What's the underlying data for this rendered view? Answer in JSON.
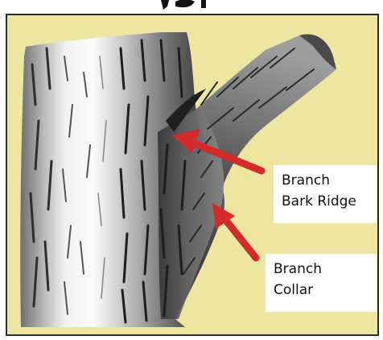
{
  "page": {
    "background_color": "#ece6a0",
    "frame_color": "#2b2b2b",
    "arrow_color": "#d42a2a"
  },
  "labels": {
    "bark_ridge": {
      "line1": "Branch",
      "line2": "Bark Ridge"
    },
    "collar": {
      "line1": "Branch",
      "line2": "Collar"
    }
  },
  "figure": {
    "subject": "tree-trunk-with-branch",
    "arrows": [
      {
        "name": "arrow-to-bark-ridge",
        "target": "bark_ridge"
      },
      {
        "name": "arrow-to-collar",
        "target": "collar"
      }
    ]
  }
}
